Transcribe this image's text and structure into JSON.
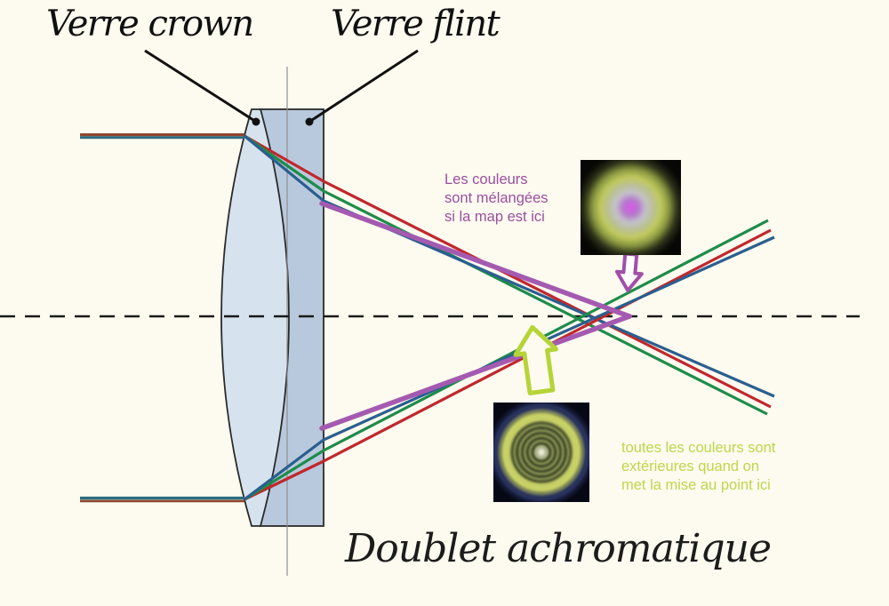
{
  "title": {
    "text": "Doublet achromatique"
  },
  "labels": {
    "crown": "Verre crown",
    "flint": "Verre flint"
  },
  "annotations": {
    "mixed": {
      "lines": [
        "Les couleurs",
        "sont mélangées",
        "si la map est ici"
      ],
      "color": "#9a4f9e"
    },
    "exterior": {
      "lines": [
        "toutes les couleurs sont",
        "extérieures quand on",
        "met la mise au point ici"
      ],
      "color": "#bdd74b"
    }
  },
  "colors": {
    "background": "#fdfaef",
    "ray_red": "#c1272d",
    "ray_green": "#1e8c4a",
    "ray_blue": "#2a5f8f",
    "ray_purple": "#a45ab0",
    "incoming_red": "#91462f",
    "incoming_teal": "#2d6c7e",
    "crown_glass_fill": "#d6e3ef",
    "flint_glass_fill": "#b9c9dd",
    "glass_outline": "#2a2a2a",
    "arrow_purple_stroke": "#a050a8",
    "arrow_green_stroke": "#b5d437",
    "axis_color": "#1a1a1a",
    "pointer_color": "#111111"
  }
}
